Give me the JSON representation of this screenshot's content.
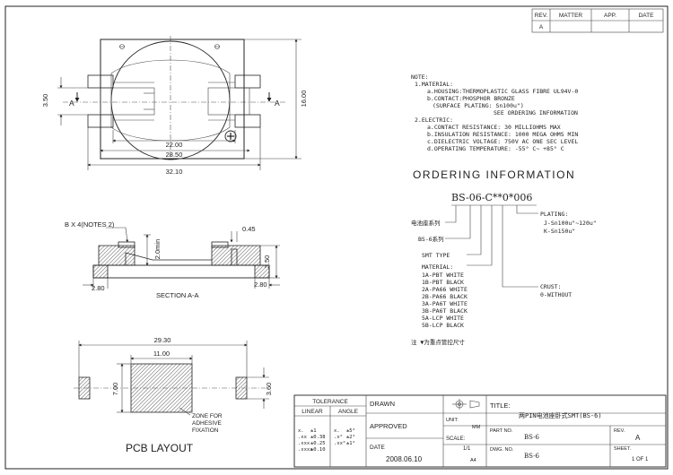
{
  "revision_table": {
    "headers": [
      "REV.",
      "MATTER",
      "APP.",
      "DATE"
    ],
    "rows": [
      [
        "A",
        "",
        "",
        ""
      ]
    ]
  },
  "notes": {
    "heading": "NOTE:",
    "lines": [
      "1.MATERIAL:",
      "a.HOUSING:THERMOPLASTIC GLASS FIBRE UL94V-0",
      "b.CONTACT:PHOSPHOR BRONZE",
      "(SURFACE PLATING: Sn100u\")",
      "SEE ORDERING INFORMATION",
      "2.ELECTRIC:",
      "a.CONTACT RESISTANCE: 30 MILLIOHMS MAX",
      "b.INSULATION RESISTANCE: 1000 MEGA OHMS MIN",
      "c.DIELECTRIC VOLTAGE: 750V AC ONE SEC LEVEL",
      "d.OPERATING TEMPERATURE: -55° C~ +85° C"
    ]
  },
  "ordering": {
    "title": "ORDERING INFORMATION",
    "code": "BS-06-C**0*006",
    "label_series": "电池座系列",
    "label_bs6": "BS-6系列",
    "label_smt": "SMT TYPE",
    "material_heading": "MATERIAL:",
    "materials": [
      "1A-PBT WHITE",
      "1B-PBT BLACK",
      "2A-PA66 WHITE",
      "2B-PA66 BLACK",
      "3A-PA6T WHITE",
      "3B-PA6T BLACK",
      "5A-LCP WHITE",
      "5B-LCP BLACK"
    ],
    "plating_heading": "PLATING:",
    "platings": [
      "J-Sn100u\"~120u\"",
      "K-Sn150u\""
    ],
    "crust_heading": "CRUST:",
    "crust_value": "0-WITHOUT",
    "note": "注 ▼为重点管控尺寸"
  },
  "top_view": {
    "section_marker": "A",
    "dims": [
      "3.50",
      "16.00",
      "22.00",
      "28.50",
      "32.10"
    ]
  },
  "section_view": {
    "callout": "B X 4(NOTES 2)",
    "dims": [
      "0.45",
      "2.0min",
      "3.50",
      "2.80",
      "2.80"
    ],
    "caption": "SECTION A-A"
  },
  "pcb_layout": {
    "dims": [
      "29.30",
      "11.00",
      "7.00",
      "3.60"
    ],
    "zone_label": [
      "ZONE FOR",
      "ADHESIVE",
      "FIXATION"
    ],
    "caption": "PCB LAYOUT"
  },
  "title_block": {
    "tolerance_label": "TOLERANCE",
    "linear_label": "LINEAR",
    "angle_label": "ANGLE",
    "linear_rows": [
      [
        "x.",
        "±1"
      ],
      [
        ".xx",
        "±0.38"
      ],
      [
        ".xxx",
        "±0.25"
      ],
      [
        ".xxxx",
        "±0.10"
      ]
    ],
    "angle_rows": [
      [
        "x.",
        "±5°"
      ],
      [
        ".x°",
        "±2°"
      ],
      [
        ".xx°",
        "±1°"
      ]
    ],
    "drawn_label": "DRAWN",
    "approved_label": "APPROVED",
    "date_label": "DATE",
    "date_value": "2008.06.10",
    "unit_label": "UNIT:",
    "unit_value": "MM",
    "scale_label": "SCALE:",
    "scale_value": "1/1",
    "size_value": "A4",
    "title_label": "TITLE:",
    "title_value": "两PIN电池座卧式SMT(BS-6)",
    "part_no_label": "PART NO.",
    "part_no_value": "BS-6",
    "dwg_no_label": "DWG. NO.",
    "dwg_no_value": "BS-6",
    "rev_label": "REV.",
    "rev_value": "A",
    "sheet_label": "SHEET.",
    "sheet_value": "1 OF 1"
  }
}
